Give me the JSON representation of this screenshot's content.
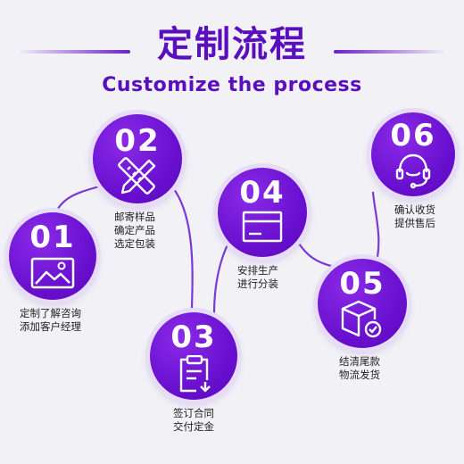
{
  "header": {
    "title": "定制流程",
    "subtitle": "Customize the process"
  },
  "colors": {
    "accent": "#6a10d0",
    "text": "#222222",
    "background": "#f2f1f6"
  },
  "steps": [
    {
      "number": "01",
      "icon": "image-icon",
      "line1": "定制了解咨询",
      "line2": "添加客户经理"
    },
    {
      "number": "02",
      "icon": "pencil-ruler-icon",
      "line1": "邮寄样品",
      "line2": "确定产品",
      "line3": "选定包装"
    },
    {
      "number": "03",
      "icon": "clipboard-icon",
      "line1": "签订合同",
      "line2": "交付定金"
    },
    {
      "number": "04",
      "icon": "box-icon",
      "line1": "安排生产",
      "line2": "进行分装"
    },
    {
      "number": "05",
      "icon": "package-check-icon",
      "line1": "结清尾款",
      "line2": "物流发货"
    },
    {
      "number": "06",
      "icon": "headset-icon",
      "line1": "确认收货",
      "line2": "提供售后"
    }
  ]
}
